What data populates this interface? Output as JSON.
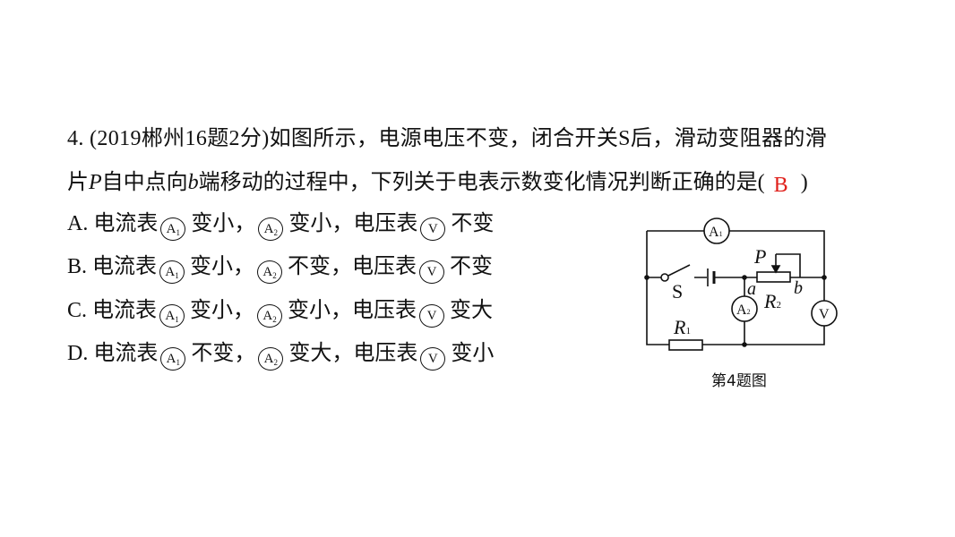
{
  "question": {
    "line1": "4. (2019郴州16题2分)如图所示，电源电压不变，闭合开关S后，滑动变阻器的滑",
    "line2_a": "片",
    "line2_p": "P",
    "line2_b": "自中点向",
    "line2_bvar": "b",
    "line2_c": "端移动的过程中，下列关于电表示数变化情况判断正确的是(",
    "answer": "B",
    "close": ")"
  },
  "options": [
    {
      "prefix": "A. 电流表",
      "m1": "A",
      "m1s": "1",
      "mid1": "变小，",
      "m2": "A",
      "m2s": "2",
      "mid2": "变小，电压表",
      "m3": "V",
      "suffix": "不变"
    },
    {
      "prefix": "B. 电流表",
      "m1": "A",
      "m1s": "1",
      "mid1": "变小，",
      "m2": "A",
      "m2s": "2",
      "mid2": "不变，电压表",
      "m3": "V",
      "suffix": "不变"
    },
    {
      "prefix": "C. 电流表",
      "m1": "A",
      "m1s": "1",
      "mid1": "变小，",
      "m2": "A",
      "m2s": "2",
      "mid2": "变小，电压表",
      "m3": "V",
      "suffix": "变大"
    },
    {
      "prefix": "D.  电流表",
      "m1": "A",
      "m1s": "1",
      "mid1": "不变，",
      "m2": "A",
      "m2s": "2",
      "mid2": "变大，电压表",
      "m3": "V",
      "suffix": "变小"
    }
  ],
  "circuit": {
    "a1": "A",
    "a1_sub": "1",
    "a2": "A",
    "a2_sub": "2",
    "v": "V",
    "switch": "S",
    "p": "P",
    "a": "a",
    "b": "b",
    "r2": "R",
    "r2_sub": "2",
    "r1": "R",
    "r1_sub": "1",
    "caption": "第4题图"
  },
  "colors": {
    "answer": "#e0201b"
  }
}
